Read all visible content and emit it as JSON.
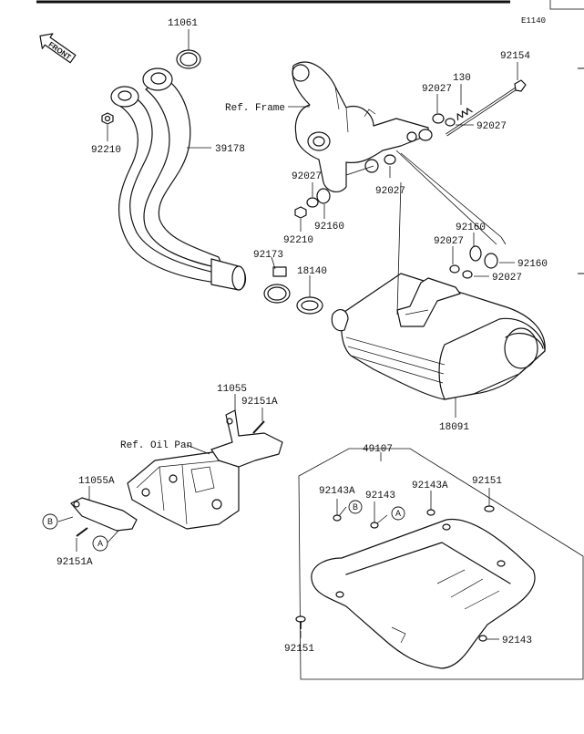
{
  "diagram_code": "E1140",
  "front_label": "FRONT",
  "ref_labels": {
    "frame": "Ref. Frame",
    "oil_pan": "Ref. Oil Pan"
  },
  "callouts": {
    "a": "A",
    "b": "B"
  },
  "parts": {
    "gasket_11061": "11061",
    "bolt_92154": "92154",
    "spring_130": "130",
    "washer_92027_a": "92027",
    "washer_92027_b": "92027",
    "nut_92210_a": "92210",
    "pipe_39178": "39178",
    "washer_92027_c": "92027",
    "washer_92027_d": "92027",
    "bush_92160_a": "92160",
    "nut_92210_b": "92210",
    "clamp_92173": "92173",
    "gasket_18140": "18140",
    "bush_92160_b": "92160",
    "washer_92027_e": "92027",
    "bush_92160_c": "92160",
    "washer_92027_f": "92027",
    "muffler_18091": "18091",
    "bracket_11055": "11055",
    "bolt_92151a_a": "92151A",
    "bracket_11055a": "11055A",
    "bolt_92151a_b": "92151A",
    "cover_49107": "49107",
    "collar_92143a_a": "92143A",
    "collar_92143_a": "92143",
    "collar_92143a_b": "92143A",
    "bolt_92151_a": "92151",
    "bolt_92151_b": "92151",
    "collar_92143_b": "92143"
  }
}
